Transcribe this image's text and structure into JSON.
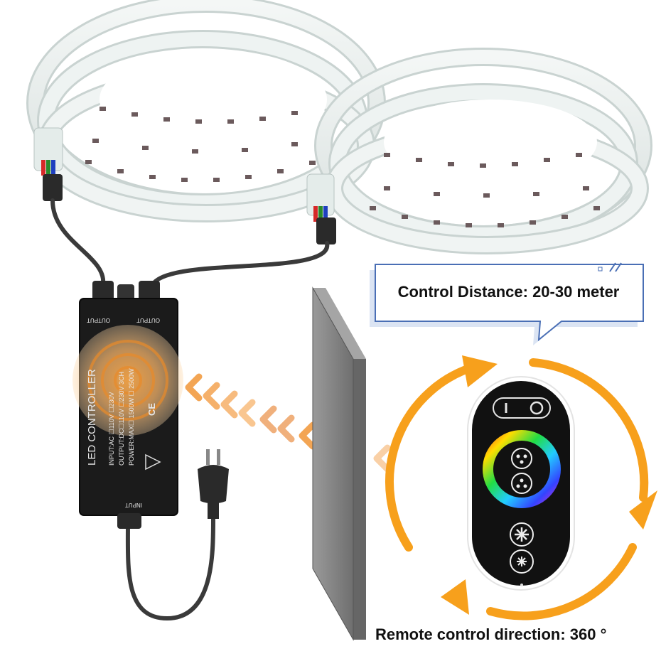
{
  "callout": {
    "text": "Control Distance: 20-30 meter"
  },
  "caption": {
    "text": "Remote control direction: 360 °"
  },
  "controller": {
    "title": "LED CONTROLLER",
    "spec_input": "INPUT:AC ☐110V ☐230V",
    "spec_output": "OUTPUT:DC☐110V ☐230V 3CH",
    "spec_power": "POWER:MAX☐ 1500W ☐ 2500W",
    "port_left": "OUTPUT",
    "port_right": "OUTPUT",
    "port_bottom": "INPUT",
    "ce_mark": "CE"
  },
  "colors": {
    "accent_orange": "#f7a01c",
    "callout_border": "#4a6fb5",
    "controller_body": "#1b1b1b",
    "remote_body": "#111111",
    "wall_panel": "#8e8e8e"
  },
  "icons": [
    "led-strip-coil",
    "power-plug-icon",
    "signal-chevrons-icon",
    "rotation-arrows-icon",
    "color-wheel-icon",
    "brightness-icon",
    "mode-icon",
    "power-toggle-icon"
  ]
}
